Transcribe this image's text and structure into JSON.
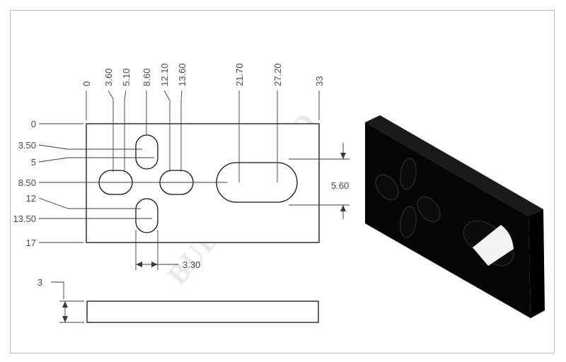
{
  "watermark": "BULK-MAN 3D",
  "top_view": {
    "x_dims": [
      "0",
      "3.60",
      "5.10",
      "8.60",
      "12.10",
      "13.60",
      "21.70",
      "27.20",
      "33"
    ],
    "y_dims": [
      "0",
      "3.50",
      "5",
      "8.50",
      "12",
      "13.50",
      "17"
    ],
    "slot_width_dim": "3.30",
    "slot_length_dim": "5.60"
  },
  "side_view": {
    "thickness_dim": "3"
  },
  "colors": {
    "line": "#111111",
    "dim_text": "#4a4a4a",
    "render_fill": "#050505"
  }
}
